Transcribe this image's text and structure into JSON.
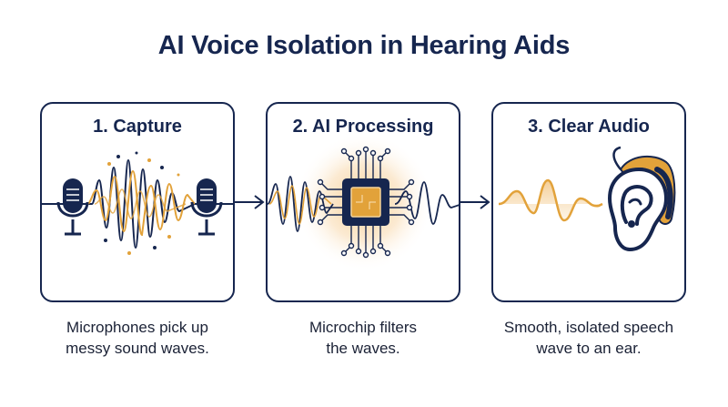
{
  "title": "AI Voice Isolation in Hearing Aids",
  "steps": [
    {
      "heading": "1. Capture",
      "caption_line1": "Microphones pick up",
      "caption_line2": "messy sound waves."
    },
    {
      "heading": "2. AI Processing",
      "caption_line1": "Microchip filters",
      "caption_line2": "the waves."
    },
    {
      "heading": "3. Clear Audio",
      "caption_line1": "Smooth, isolated speech",
      "caption_line2": "wave to an ear."
    }
  ],
  "colors": {
    "navy": "#16264f",
    "gold": "#e2a23a",
    "glow": "#f6c98a"
  },
  "icons": [
    "microphone-icon",
    "waveform-icon",
    "microchip-icon",
    "arrow-right-icon",
    "ear-icon",
    "hearing-aid-icon"
  ]
}
